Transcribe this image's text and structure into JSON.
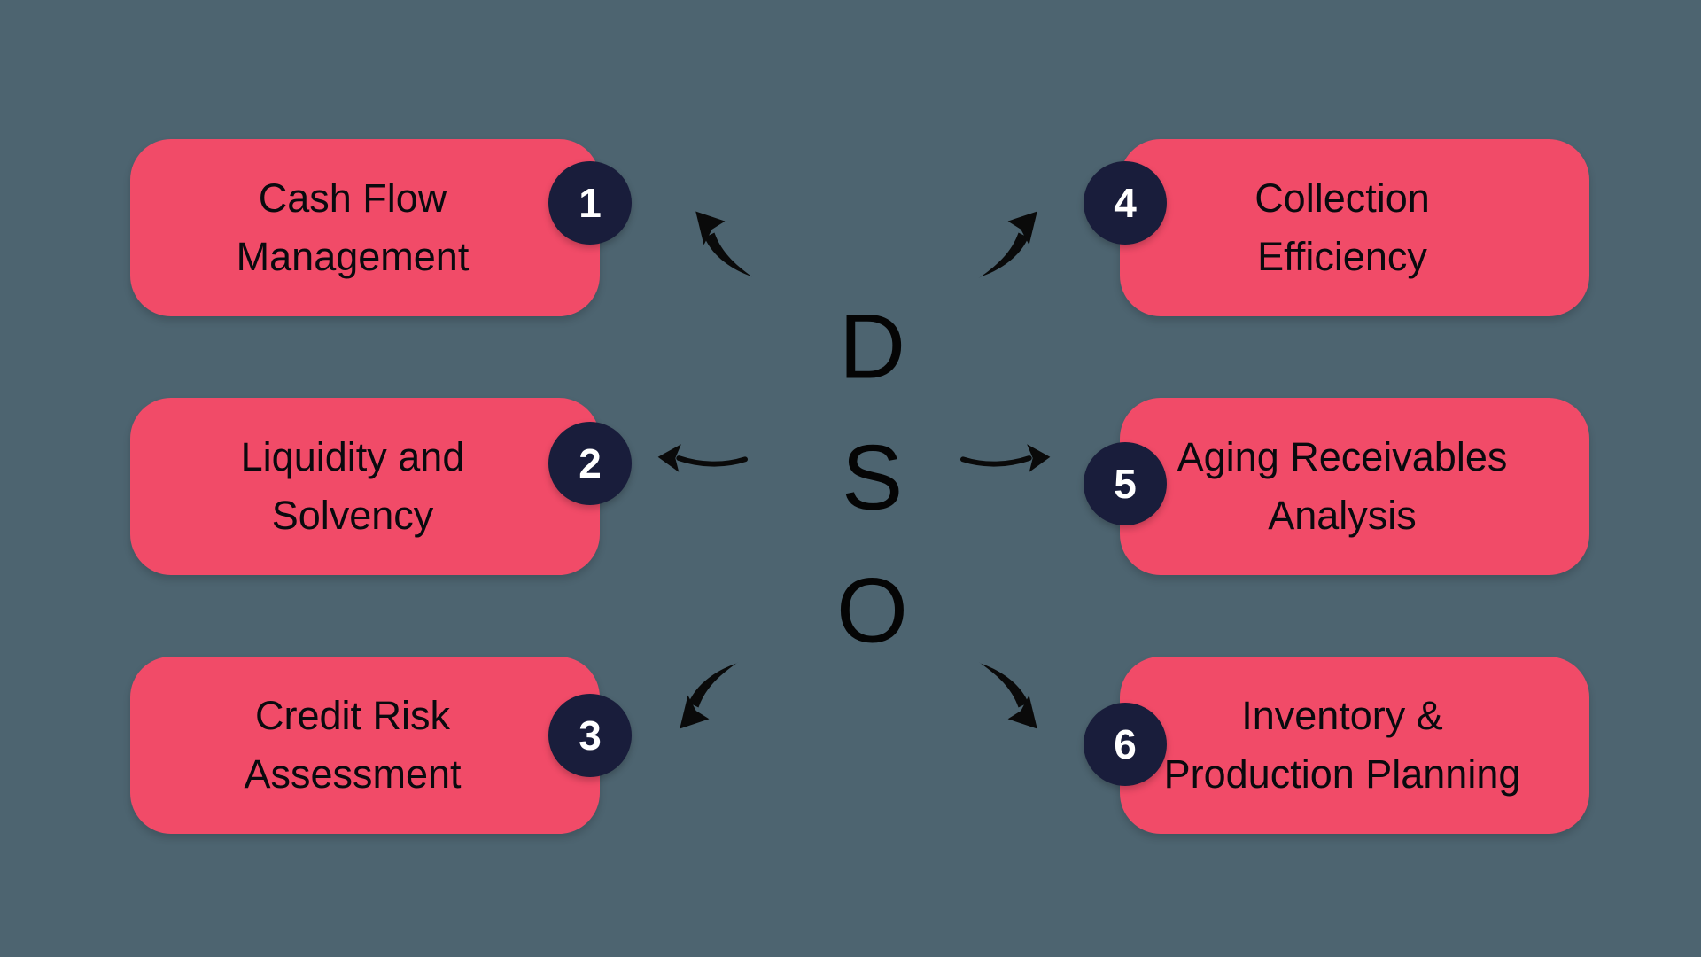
{
  "center": {
    "letters": [
      "D",
      "S",
      "O"
    ]
  },
  "items": [
    {
      "number": "1",
      "label": "Cash Flow Management",
      "lines": [
        "Cash Flow",
        "Management"
      ]
    },
    {
      "number": "2",
      "label": "Liquidity and Solvency",
      "lines": [
        "Liquidity and",
        "Solvency"
      ]
    },
    {
      "number": "3",
      "label": "Credit Risk Assessment",
      "lines": [
        "Credit Risk",
        "Assessment"
      ]
    },
    {
      "number": "4",
      "label": "Collection Efficiency",
      "lines": [
        "Collection",
        "Efficiency"
      ]
    },
    {
      "number": "5",
      "label": "Aging Receivables Analysis",
      "lines": [
        "Aging Receivables",
        "Analysis"
      ]
    },
    {
      "number": "6",
      "label": "Inventory & Production Planning",
      "lines": [
        "Inventory &",
        "Production Planning"
      ]
    }
  ],
  "colors": {
    "background": "#4D6470",
    "card": "#F14B68",
    "badge": "#191D3B",
    "badge_text": "#FFFFFF",
    "text": "#0A0A0E",
    "arrow": "#0A0A0A"
  }
}
